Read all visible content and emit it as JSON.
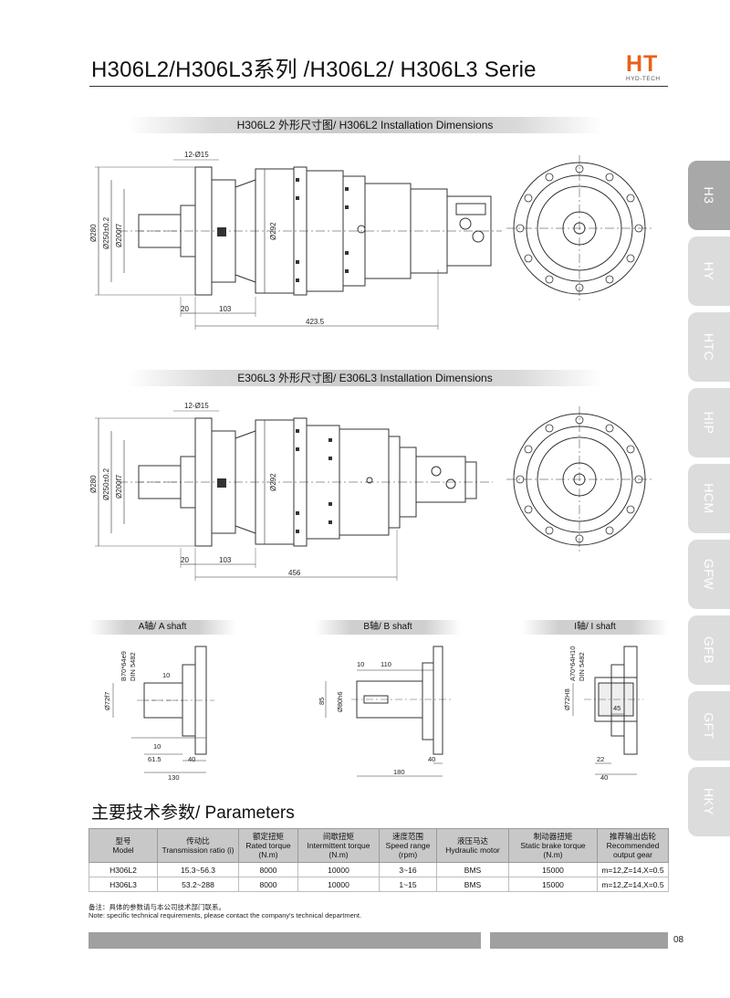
{
  "header": {
    "title": "H306L2/H306L3系列 /H306L2/ H306L3 Serie",
    "logo_main": "HT",
    "logo_sub": "HYD-TECH",
    "logo_color": "#e8611b"
  },
  "sections": {
    "h306l2_title": "H306L2 外形尺寸图/ H306L2 Installation Dimensions",
    "e306l3_title": "E306L3 外形尺寸图/ E306L3 Installation Dimensions"
  },
  "drawing1": {
    "d_bolt": "12-Ø15",
    "d280": "Ø280",
    "d250": "Ø250±0.2",
    "d200": "Ø200f7",
    "d292": "Ø292",
    "l20": "20",
    "l103": "103",
    "l_total": "423.5"
  },
  "drawing2": {
    "d_bolt": "12-Ø15",
    "d280": "Ø280",
    "d250": "Ø250±0.2",
    "d200": "Ø200f7",
    "d292": "Ø292",
    "l20": "20",
    "l103": "103",
    "l_total": "456"
  },
  "shafts": {
    "a_title": "A轴/ A shaft",
    "b_title": "B轴/ B shaft",
    "i_title": "I轴/ I shaft",
    "a": {
      "spline": "B70*64e9",
      "din": "DIN 5482",
      "d72": "Ø72f7",
      "l10a": "10",
      "l10b": "10",
      "l615": "61.5",
      "l40": "40",
      "l130": "130"
    },
    "b": {
      "l10": "10",
      "l110": "110",
      "l85": "85",
      "d80": "Ø80h6",
      "l40": "40",
      "l180": "180"
    },
    "i": {
      "spline": "A70*64H10",
      "din": "DIN 5482",
      "d72": "Ø72H8",
      "l45": "45",
      "l22": "22",
      "l40": "40"
    }
  },
  "side_tabs": [
    {
      "label": "H3",
      "active": true
    },
    {
      "label": "HY",
      "active": false
    },
    {
      "label": "HTC",
      "active": false
    },
    {
      "label": "HIP",
      "active": false
    },
    {
      "label": "HCM",
      "active": false
    },
    {
      "label": "GFW",
      "active": false
    },
    {
      "label": "GFB",
      "active": false
    },
    {
      "label": "GFT",
      "active": false
    },
    {
      "label": "HKY",
      "active": false
    }
  ],
  "parameters": {
    "title": "主要技术参数/ Parameters",
    "headers": [
      {
        "cn": "型号",
        "en": "Model"
      },
      {
        "cn": "传动比",
        "en": "Transmission ratio (i)"
      },
      {
        "cn": "额定扭矩",
        "en": "Rated torque (N.m)"
      },
      {
        "cn": "间歇扭矩",
        "en": "Intermittent torque (N.m)"
      },
      {
        "cn": "速度范围",
        "en": "Speed range (rpm)"
      },
      {
        "cn": "液压马达",
        "en": "Hydraulic motor"
      },
      {
        "cn": "制动器扭矩",
        "en": "Static brake torque (N.m)"
      },
      {
        "cn": "推荐输出齿轮",
        "en": "Recommended output gear"
      }
    ],
    "rows": [
      [
        "H306L2",
        "15.3~56.3",
        "8000",
        "10000",
        "3~16",
        "BMS",
        "15000",
        "m=12,Z=14,X=0.5"
      ],
      [
        "H306L3",
        "53.2~288",
        "8000",
        "10000",
        "1~15",
        "BMS",
        "15000",
        "m=12,Z=14,X=0.5"
      ]
    ]
  },
  "notes": {
    "cn": "备注：具体的参数请与本公司技术部门联系。",
    "en": "Note: specific technical requirements, please contact the company's technical department."
  },
  "page_number": "08"
}
